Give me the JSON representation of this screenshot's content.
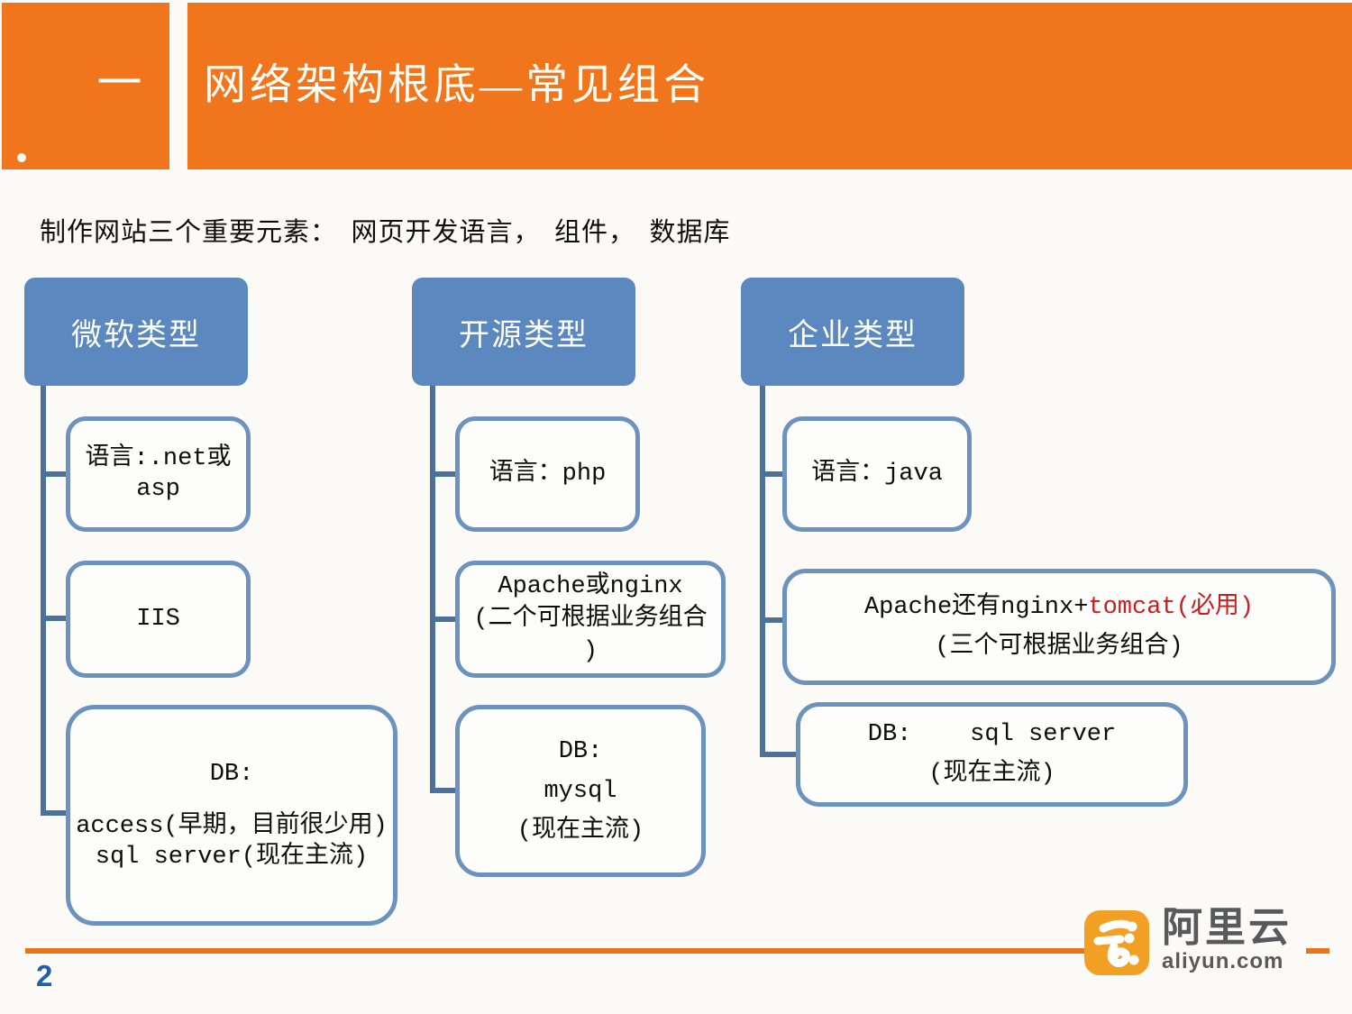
{
  "header": {
    "section_number": "一",
    "title": "网络架构根底—常见组合"
  },
  "subtitle": "制作网站三个重要元素：　网页开发语言，　组件，　数据库",
  "trees": [
    {
      "id": "microsoft",
      "header": "微软类型",
      "children": [
        {
          "lines": [
            "语言:.net或",
            "asp"
          ]
        },
        {
          "lines": [
            "IIS"
          ]
        },
        {
          "lines": [
            "DB:",
            "access(早期，目前很少用)",
            "sql server(现在主流)"
          ]
        }
      ]
    },
    {
      "id": "opensource",
      "header": "开源类型",
      "children": [
        {
          "lines": [
            "语言：php"
          ]
        },
        {
          "lines": [
            "Apache或nginx",
            "(二个可根据业务组合",
            ")"
          ]
        },
        {
          "lines": [
            "DB:",
            "mysql",
            "(现在主流)"
          ]
        }
      ]
    },
    {
      "id": "enterprise",
      "header": "企业类型",
      "children": [
        {
          "lines": [
            "语言：java"
          ]
        },
        {
          "line1_normal": "Apache还有nginx+",
          "line1_highlight": "tomcat(必用)",
          "line2": "(三个可根据业务组合)"
        },
        {
          "lines": [
            "DB:    sql server",
            "(现在主流)"
          ]
        }
      ]
    }
  ],
  "footer": {
    "page_number": "2",
    "brand_name": "阿里云",
    "brand_domain": "aliyun.com"
  },
  "colors": {
    "accent_orange": "#F0751C",
    "node_blue": "#5B88BE",
    "node_border_blue": "#6C92BE",
    "connector_blue": "#4D7198",
    "highlight_red": "#C81E1E",
    "page_number_blue": "#2160A8",
    "logo_orange": "#F2A024",
    "logo_text_gray": "#58595B",
    "footer_rule_orange": "#E8751E"
  }
}
